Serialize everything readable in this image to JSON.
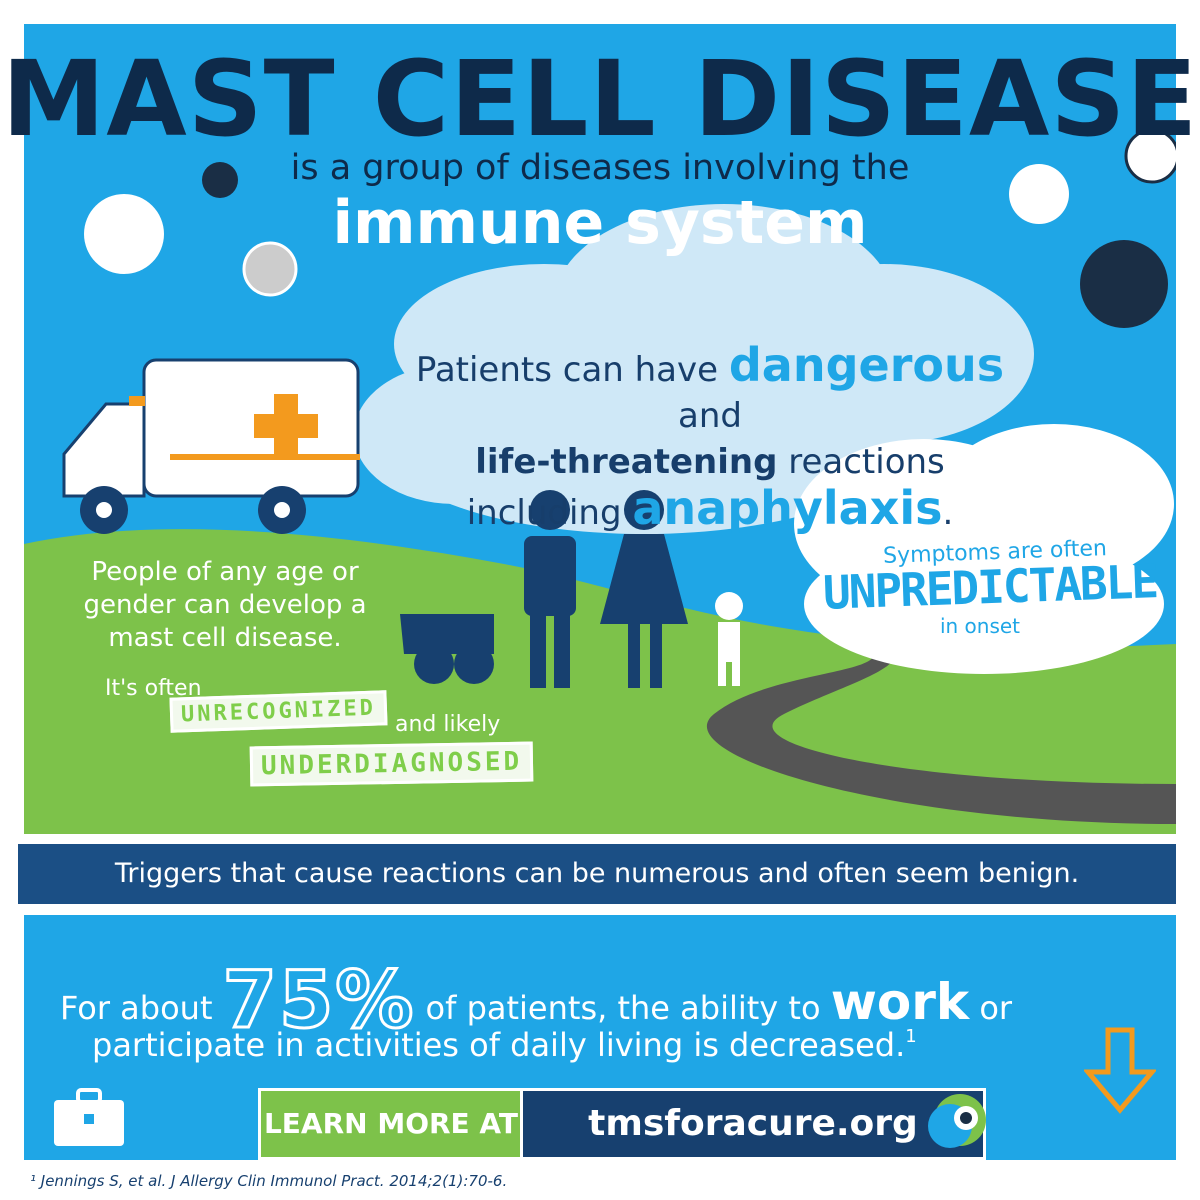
{
  "header": {
    "title": "MAST CELL DISEASE",
    "subtitle": "is a group of diseases involving the",
    "subtitle_emphasis": "immune system"
  },
  "cloud": {
    "t1": "Patients can have ",
    "t1_bold": "dangerous",
    "t1_end": " and",
    "t2_bold": "life-threatening",
    "t2_end": " reactions",
    "t3": "including ",
    "t3_bold": "anaphylaxis",
    "t3_end": "."
  },
  "people": {
    "text": "People of any age or gender can develop a mast cell disease."
  },
  "recognition": {
    "lead": "It's often",
    "stamp1": "UNRECOGNIZED",
    "mid": "and likely",
    "stamp2": "UNDERDIAGNOSED"
  },
  "symptoms": {
    "line1": "Symptoms are often",
    "line2": "UNPREDICTABLE",
    "line3": "in onset"
  },
  "triggers": {
    "text": "Triggers that cause reactions can be numerous and often seem benign."
  },
  "stat": {
    "pre": "For about ",
    "percent": "75%",
    "mid": " of patients, the ability to ",
    "work": "work",
    "post": " or",
    "line2": "participate in activities of daily living is decreased.",
    "sup": "1"
  },
  "cta": {
    "learn_label": "LEARN MORE AT",
    "url": "tmsforacure.org"
  },
  "footnote": {
    "text": "¹ Jennings S, et al. J Allergy Clin Immunol Pract. 2014;2(1):70-6."
  },
  "colors": {
    "sky": "#1fa6e6",
    "navy": "#0e2a4a",
    "banner": "#1b4f85",
    "grass": "#7dc24a",
    "orange": "#f39a1e"
  }
}
